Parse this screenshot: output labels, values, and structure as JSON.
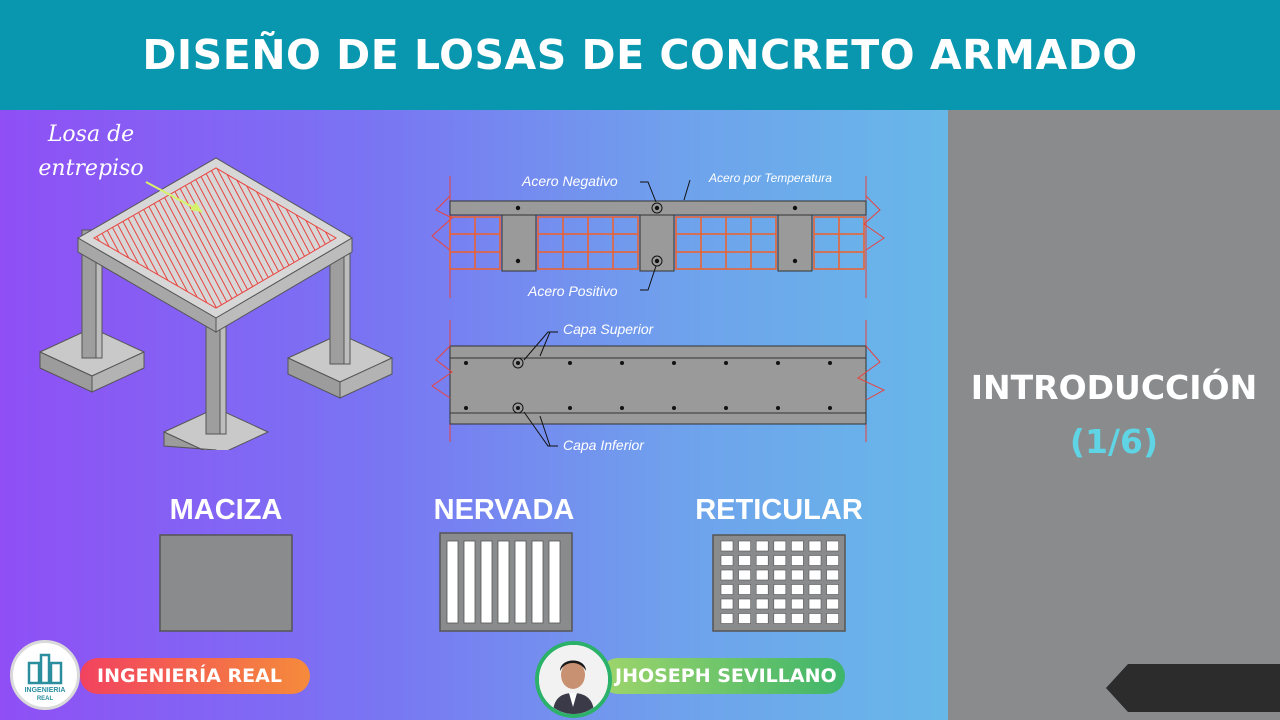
{
  "header": {
    "title": "DISEÑO DE LOSAS DE CONCRETO ARMADO"
  },
  "figure_structure": {
    "label_line1": "Losa de",
    "label_line2": "entrepiso"
  },
  "figure_ribbed_section": {
    "labels": {
      "acero_negativo": "Acero Negativo",
      "acero_temperatura": "Acero por Temperatura",
      "acero_positivo": "Acero Positivo"
    }
  },
  "figure_solid_section": {
    "labels": {
      "capa_superior": "Capa Superior",
      "capa_inferior": "Capa Inferior"
    }
  },
  "slab_types": [
    {
      "label": "MACIZA",
      "icon": "solid-slab-icon"
    },
    {
      "label": "NERVADA",
      "icon": "ribbed-slab-icon"
    },
    {
      "label": "RETICULAR",
      "icon": "waffle-slab-icon"
    }
  ],
  "sidebar": {
    "section": "INTRODUCCIÓN",
    "part": "(1/6)"
  },
  "footer": {
    "brand_badge": "INGENIERÍA REAL",
    "logo_text_line1": "INGENIERIA",
    "logo_text_line2": "REAL",
    "author": "JHOSEPH SEVILLANO"
  },
  "colors": {
    "header_bg": "#0897ae",
    "panel_gray": "#8a8b8d",
    "accent_cyan": "#5fd4e4",
    "brick_orange": "#f0602a",
    "slab_red": "#e8433f"
  }
}
